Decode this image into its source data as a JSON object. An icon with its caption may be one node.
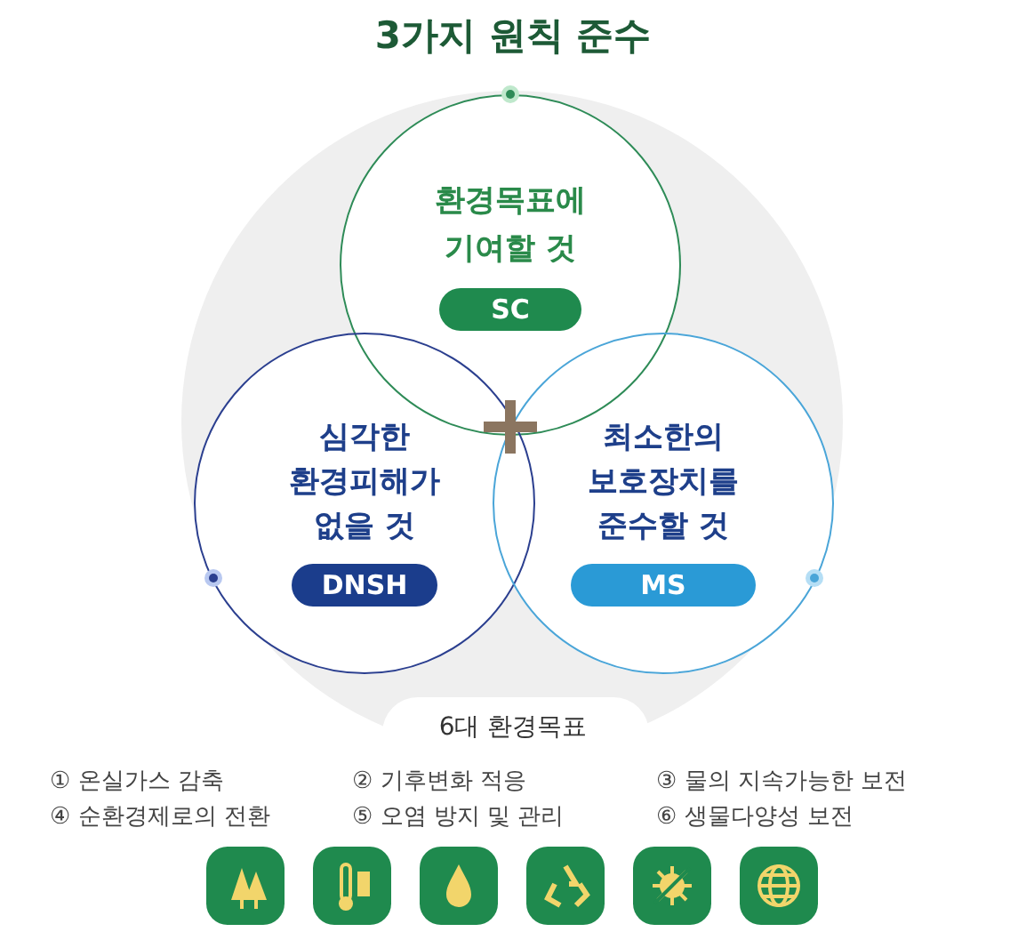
{
  "diagram": {
    "title": "3가지 원칙 준수",
    "nodes": [
      {
        "text": [
          "환경목표에 기여할 것",
          "SC"
        ]
      },
      {
        "text": [
          "심각한 환경피해가 없을 것",
          "DNSH"
        ]
      },
      {
        "text": [
          "최소한의 보호장치를 준수할 것",
          "MS"
        ]
      }
    ],
    "labels": [
      "6대 환경목표",
      "① 온실가스 감축",
      "② 기후변화 적응",
      "③ 물의 지속가능한 보전",
      "④ 순환경제로의 전환",
      "⑤ 오염 방지 및 관리",
      "⑥ 생물다양성 보전"
    ]
  }
}
